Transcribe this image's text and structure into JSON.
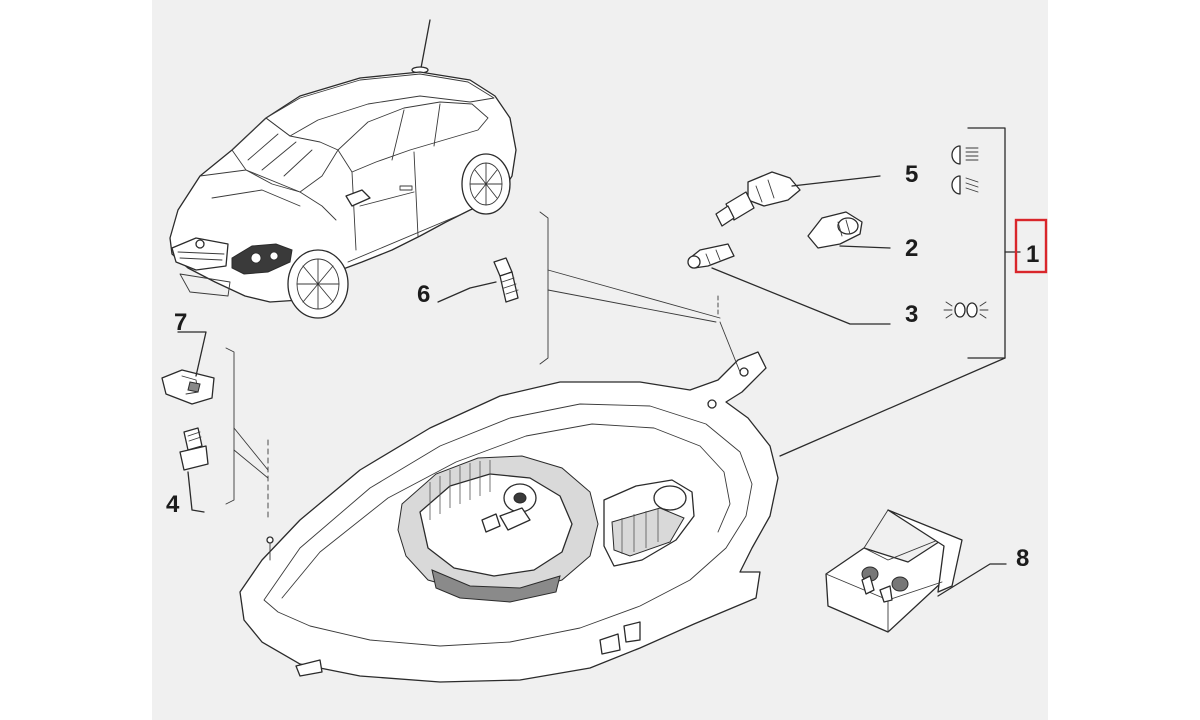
{
  "callouts": {
    "c1": "1",
    "c2": "2",
    "c3": "3",
    "c4": "4",
    "c5": "5",
    "c6": "6",
    "c7": "7",
    "c8": "8"
  },
  "highlighted_callout": "1",
  "colors": {
    "highlight": "#d9262b",
    "background": "#f0f0f0",
    "line": "#2b2b2b"
  },
  "icons": [
    "car-illustration",
    "headlamp-assembly",
    "h4-bulb-icon",
    "wedge-bulb-icon",
    "small-bulb-icon",
    "screw-icon",
    "clip-icon",
    "bulb-kit-box-icon",
    "high-beam-symbol-icon",
    "low-beam-symbol-icon",
    "position-light-symbol-icon"
  ]
}
